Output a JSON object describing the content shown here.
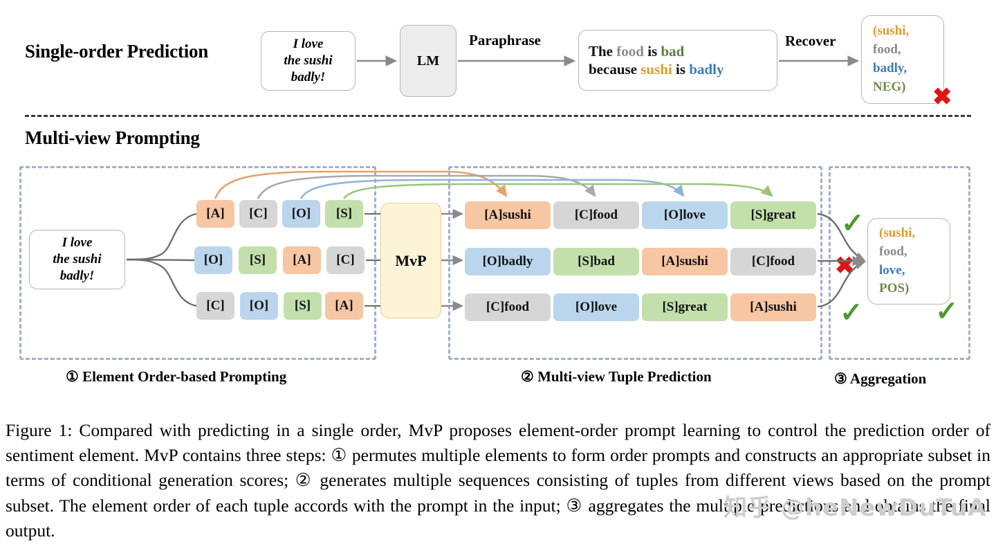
{
  "sections": {
    "single_order": {
      "title": "Single-order Prediction",
      "input_text": [
        "I love",
        "the sushi",
        "badly!"
      ],
      "model_label": "LM",
      "paraphrase_label": "Paraphrase",
      "recover_label": "Recover",
      "paraphrase_sentence": {
        "line1": [
          {
            "t": "The ",
            "color": "black"
          },
          {
            "t": "food",
            "color": "gray"
          },
          {
            "t": " is ",
            "color": "black"
          },
          {
            "t": "bad",
            "color": "green"
          }
        ],
        "line2": [
          {
            "t": "because ",
            "color": "black"
          },
          {
            "t": "sushi",
            "color": "orange"
          },
          {
            "t": " is ",
            "color": "black"
          },
          {
            "t": "badly",
            "color": "blue"
          }
        ]
      },
      "tuple": [
        "(sushi,",
        "food,",
        "badly,",
        "NEG)"
      ],
      "verdict": "cross"
    },
    "multi_view": {
      "title": "Multi-view Prompting",
      "input_text": [
        "I love",
        "the sushi",
        "badly!"
      ],
      "model_label": "MvP",
      "prompt_orders": [
        [
          "[A]",
          "[C]",
          "[O]",
          "[S]"
        ],
        [
          "[O]",
          "[S]",
          "[A]",
          "[C]"
        ],
        [
          "[C]",
          "[O]",
          "[S]",
          "[A]"
        ]
      ],
      "predictions": [
        [
          "[A]sushi",
          "[C]food",
          "[O]love",
          "[S]great"
        ],
        [
          "[O]badly",
          "[S]bad",
          "[A]sushi",
          "[C]food"
        ],
        [
          "[C]food",
          "[O]love",
          "[S]great",
          "[A]sushi"
        ]
      ],
      "prediction_verdicts": [
        "check",
        "cross",
        "check"
      ],
      "output_tuple": [
        "(sushi,",
        "food,",
        "love,",
        "POS)"
      ],
      "output_verdict": "check",
      "steps": [
        "① Element Order-based Prompting",
        "② Multi-view Tuple Prediction",
        "③ Aggregation"
      ]
    }
  },
  "colors": {
    "aspect": "#E09B2D",
    "category": "#8a8a8a",
    "opinion": "#3C7CB8",
    "sentiment": "#6E8B4A",
    "token_aspect_bg": "#F7C6A3",
    "token_category_bg": "#D6D6D6",
    "token_opinion_bg": "#BBD6EC",
    "token_sentiment_bg": "#C3E0AC",
    "dashed_border": "#9fb0c9",
    "mvp_bg": "#FDF3D7",
    "check": "#4E9A2F",
    "cross": "#E11414"
  },
  "caption": "Figure 1:  Compared with predicting in a single order, MvP proposes element-order prompt learning to control the prediction order of sentiment element.  MvP contains three steps: ① permutes multiple elements to form order prompts and constructs an appropriate subset in terms of conditional generation scores; ② generates multiple sequences consisting of tuples from different views based on the prompt subset. The element order of each tuple accords with the prompt in the input; ③ aggregates the multiple predictions and obtains the final output.",
  "watermark": "知乎 @heNewDuTuA"
}
